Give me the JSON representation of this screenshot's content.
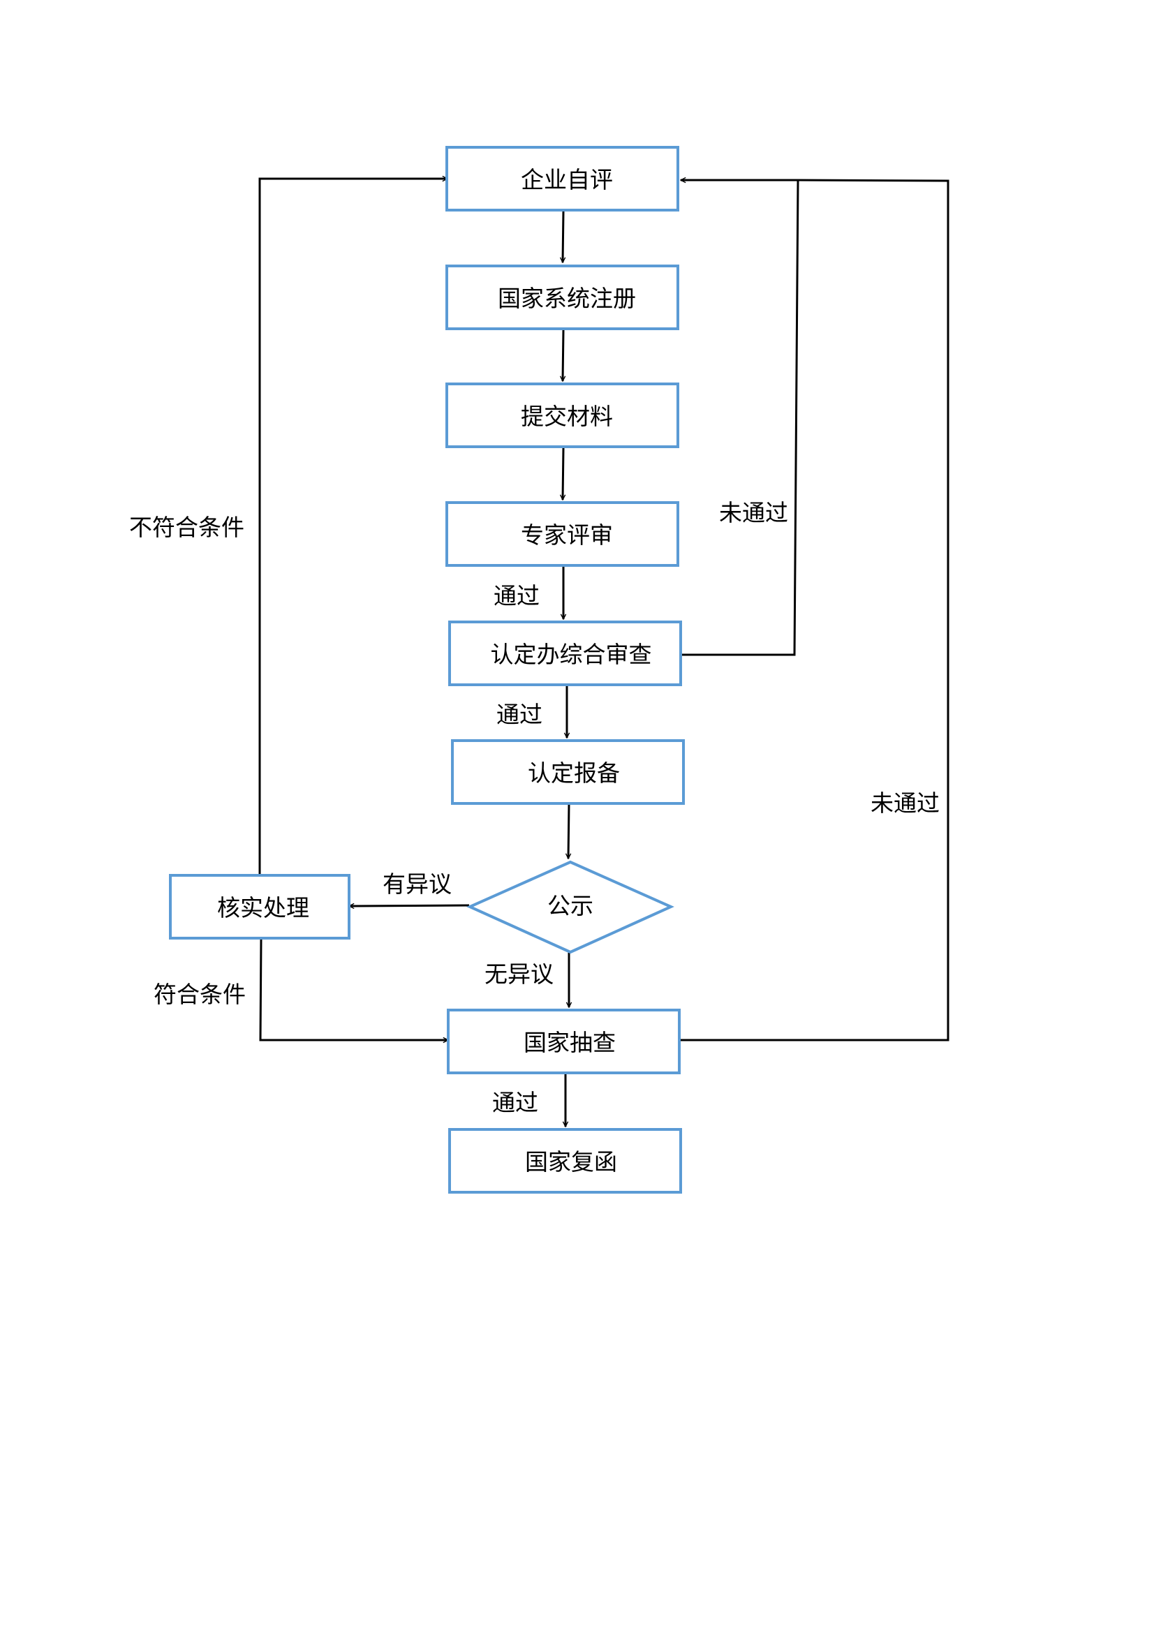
{
  "colors": {
    "node_border": "#5b9bd5",
    "node_fill": "#ffffff",
    "edge": "#000000",
    "text": "#000000"
  },
  "nodes": {
    "self_eval": "企业自评",
    "national_registration": "国家系统注册",
    "submit_materials": "提交材料",
    "expert_review": "专家评审",
    "office_review": "认定办综合审查",
    "filing": "认定报备",
    "publicity": "公示",
    "verification": "核实处理",
    "national_spot_check": "国家抽查",
    "national_reply": "国家复函"
  },
  "edge_labels": {
    "expert_pass": "通过",
    "office_pass": "通过",
    "office_fail": "未通过",
    "spot_check_fail": "未通过",
    "objection": "有异议",
    "no_objection": "无异议",
    "not_eligible": "不符合条件",
    "eligible": "符合条件",
    "spot_check_pass": "通过"
  }
}
